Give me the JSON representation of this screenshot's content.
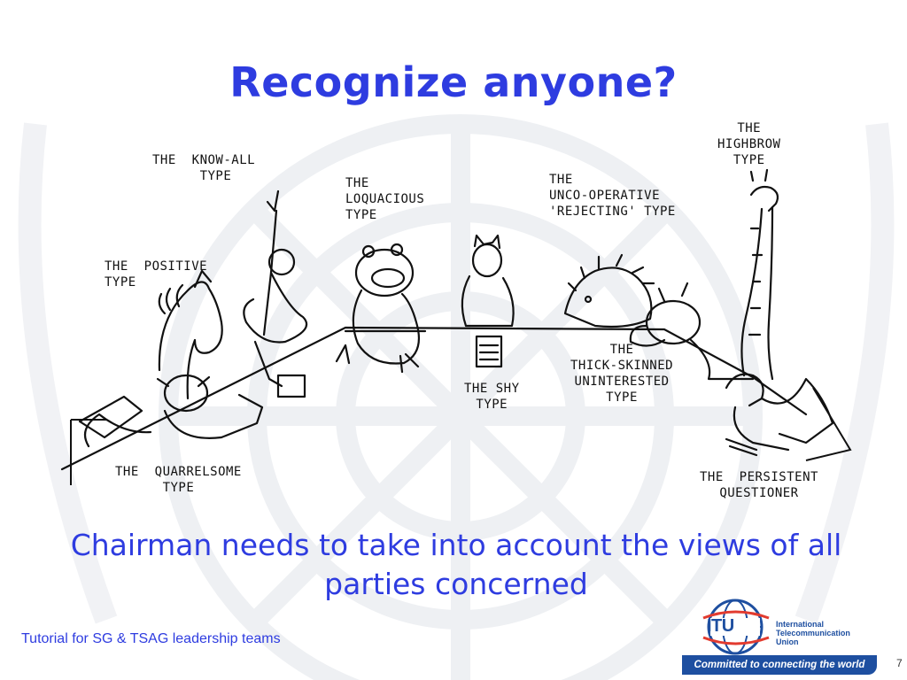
{
  "slide": {
    "title": "Recognize anyone?",
    "subtitle": "Chairman needs to take into account the views of all parties concerned",
    "footer": "Tutorial for SG & TSAG leadership teams",
    "page_number": "7"
  },
  "cartoon": {
    "labels": {
      "know_all": "THE  KNOW-ALL\n   TYPE",
      "positive": "THE  POSITIVE\nTYPE",
      "loquacious": "THE\nLOQUACIOUS\nTYPE",
      "unco": "THE\nUNCO-OPERATIVE\n'REJECTING' TYPE",
      "highbrow": "THE\nHIGHBROW\nTYPE",
      "shy": "THE SHY\nTYPE",
      "thick_skinned": "THE\nTHICK-SKINNED\nUNINTERESTED\nTYPE",
      "quarrelsome": "THE  QUARRELSOME\nTYPE",
      "persistent": "THE  PERSISTENT\nQUESTIONER"
    }
  },
  "logo": {
    "acronym": "ITU",
    "org_name": "International\nTelecommunication\nUnion",
    "tagline": "Committed to connecting the world"
  },
  "colors": {
    "accent_blue": "#2e3ce0",
    "itu_blue": "#1e4fa0",
    "watermark": "#eef0f3"
  }
}
